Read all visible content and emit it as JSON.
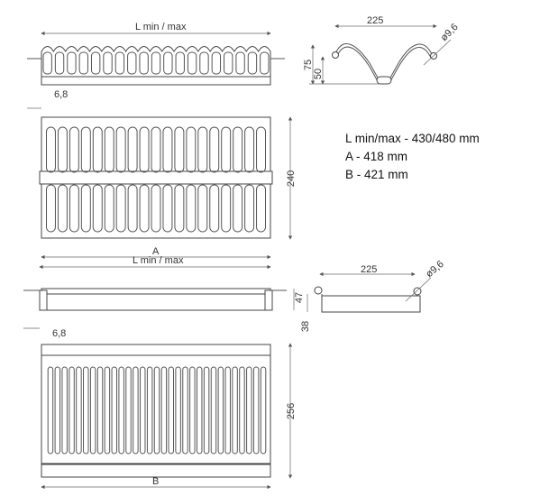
{
  "drawing1": {
    "length_label": "L min / max",
    "width_dim": "225",
    "wire_diameter": "ø9,6",
    "height_75": "75",
    "height_50": "50",
    "offset": "6,8",
    "depth": "240",
    "a_label": "A",
    "slots_per_row": 19
  },
  "drawing2": {
    "length_label": "L min / max",
    "width_dim": "225",
    "wire_diameter": "ø9,6",
    "height_47": "47",
    "height_38": "38",
    "offset": "6,8",
    "depth": "256",
    "b_label": "B",
    "slots": 31
  },
  "specs": {
    "line1": "L min/max  - 430/480 mm",
    "line2": "A - 418 mm",
    "line3": "B - 421 mm"
  }
}
